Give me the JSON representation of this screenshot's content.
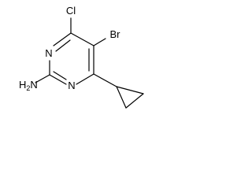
{
  "molecule": {
    "atoms": {
      "cl": "Cl",
      "br": "Br",
      "n_top": "N",
      "n_bottom": "N",
      "nh2": "H2N",
      "nh2_h": "H",
      "nh2_sub": "2",
      "nh2_n": "N"
    }
  },
  "colors": {
    "bond": "#000000",
    "text": "#000000",
    "background": "#ffffff"
  }
}
